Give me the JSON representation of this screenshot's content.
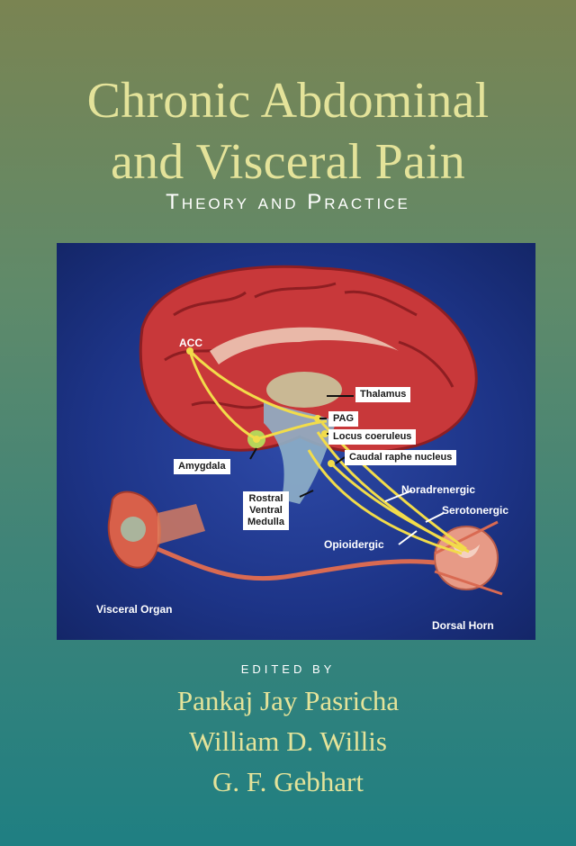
{
  "title_line1": "Chronic Abdominal",
  "title_line2": "and Visceral Pain",
  "subtitle": "Theory and Practice",
  "figure": {
    "labels": {
      "acc": "ACC",
      "thalamus": "Thalamus",
      "pag": "PAG",
      "locus": "Locus coeruleus",
      "caudal": "Caudal raphe nucleus",
      "amygdala": "Amygdala",
      "rostral1": "Rostral",
      "rostral2": "Ventral",
      "rostral3": "Medulla",
      "noradrenergic": "Noradrenergic",
      "serotonergic": "Serotonergic",
      "opioidergic": "Opioidergic",
      "visceral": "Visceral Organ",
      "dorsal": "Dorsal Horn"
    }
  },
  "edited_by": "EDITED BY",
  "editors": [
    "Pankaj Jay Pasricha",
    "William D. Willis",
    "G. F. Gebhart"
  ],
  "colors": {
    "title": "#e4e39a",
    "figure_bg": "#1d3487",
    "pathway": "#f2dc4a"
  }
}
